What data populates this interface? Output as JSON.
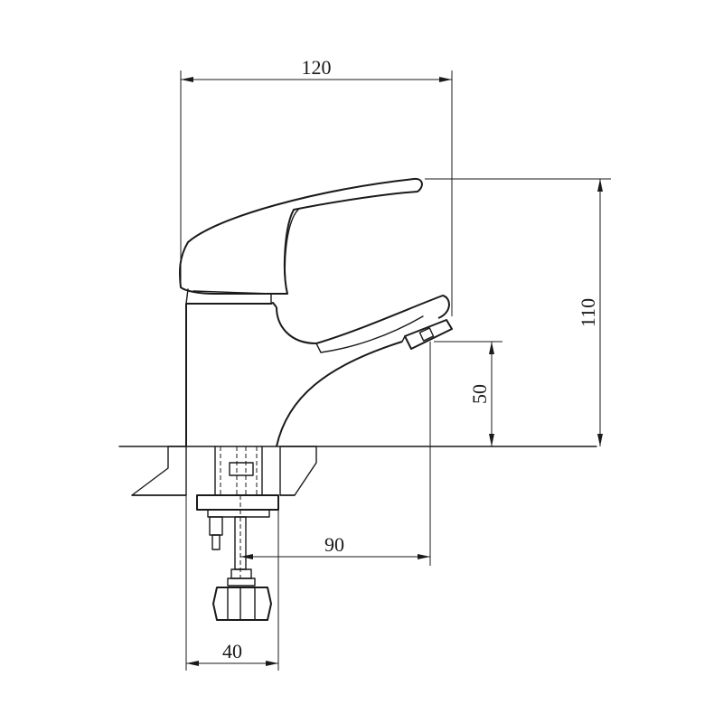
{
  "dimensions": {
    "overall_width": "120",
    "overall_height": "110",
    "spout_height": "50",
    "spout_reach": "90",
    "base_diameter": "40"
  }
}
